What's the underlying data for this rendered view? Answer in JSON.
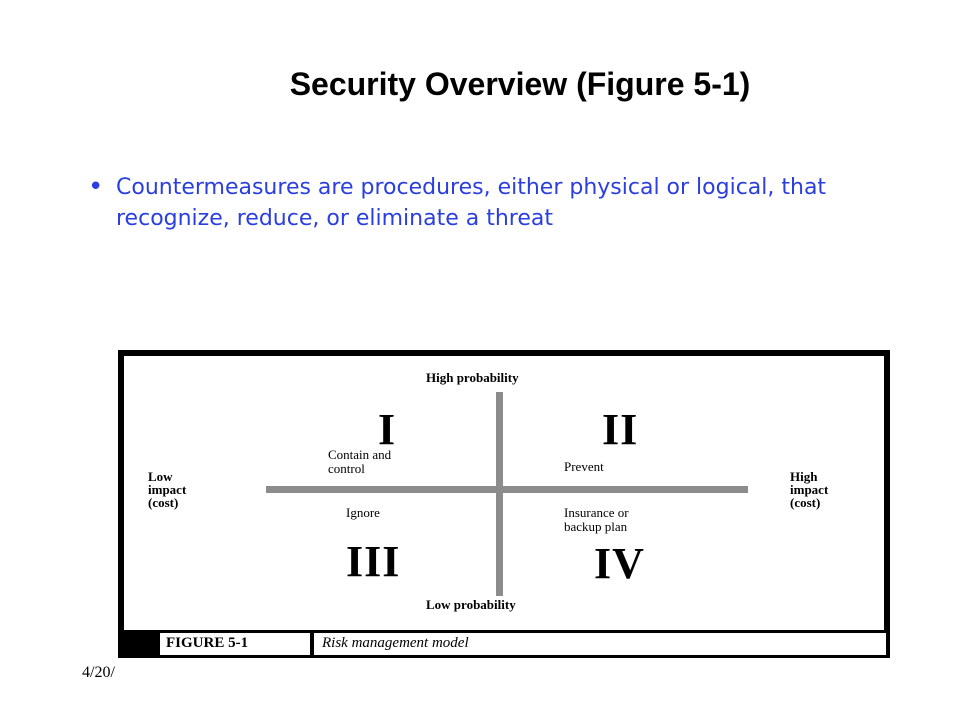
{
  "slide": {
    "title": "Security Overview (Figure 5-1)",
    "bullet": "Countermeasures are procedures, either physical or logical, that recognize, reduce, or eliminate a threat",
    "footer_date": "4/20/"
  },
  "figure": {
    "top_label": "High probability",
    "bottom_label": "Low probability",
    "left_label": [
      "Low",
      "impact",
      "(cost)"
    ],
    "right_label": [
      "High",
      "impact",
      "(cost)"
    ],
    "quadrants": [
      {
        "numeral": "I",
        "text": [
          "Contain and",
          "control"
        ]
      },
      {
        "numeral": "II",
        "text": [
          "Prevent"
        ]
      },
      {
        "numeral": "III",
        "text": [
          "Ignore"
        ]
      },
      {
        "numeral": "IV",
        "text": [
          "Insurance or",
          "backup plan"
        ]
      }
    ],
    "caption_label": "FIGURE 5-1",
    "caption_text": "Risk management model"
  },
  "colors": {
    "bullet_text": "#2b3fe0",
    "axis_bars": "#8c8c8c"
  }
}
